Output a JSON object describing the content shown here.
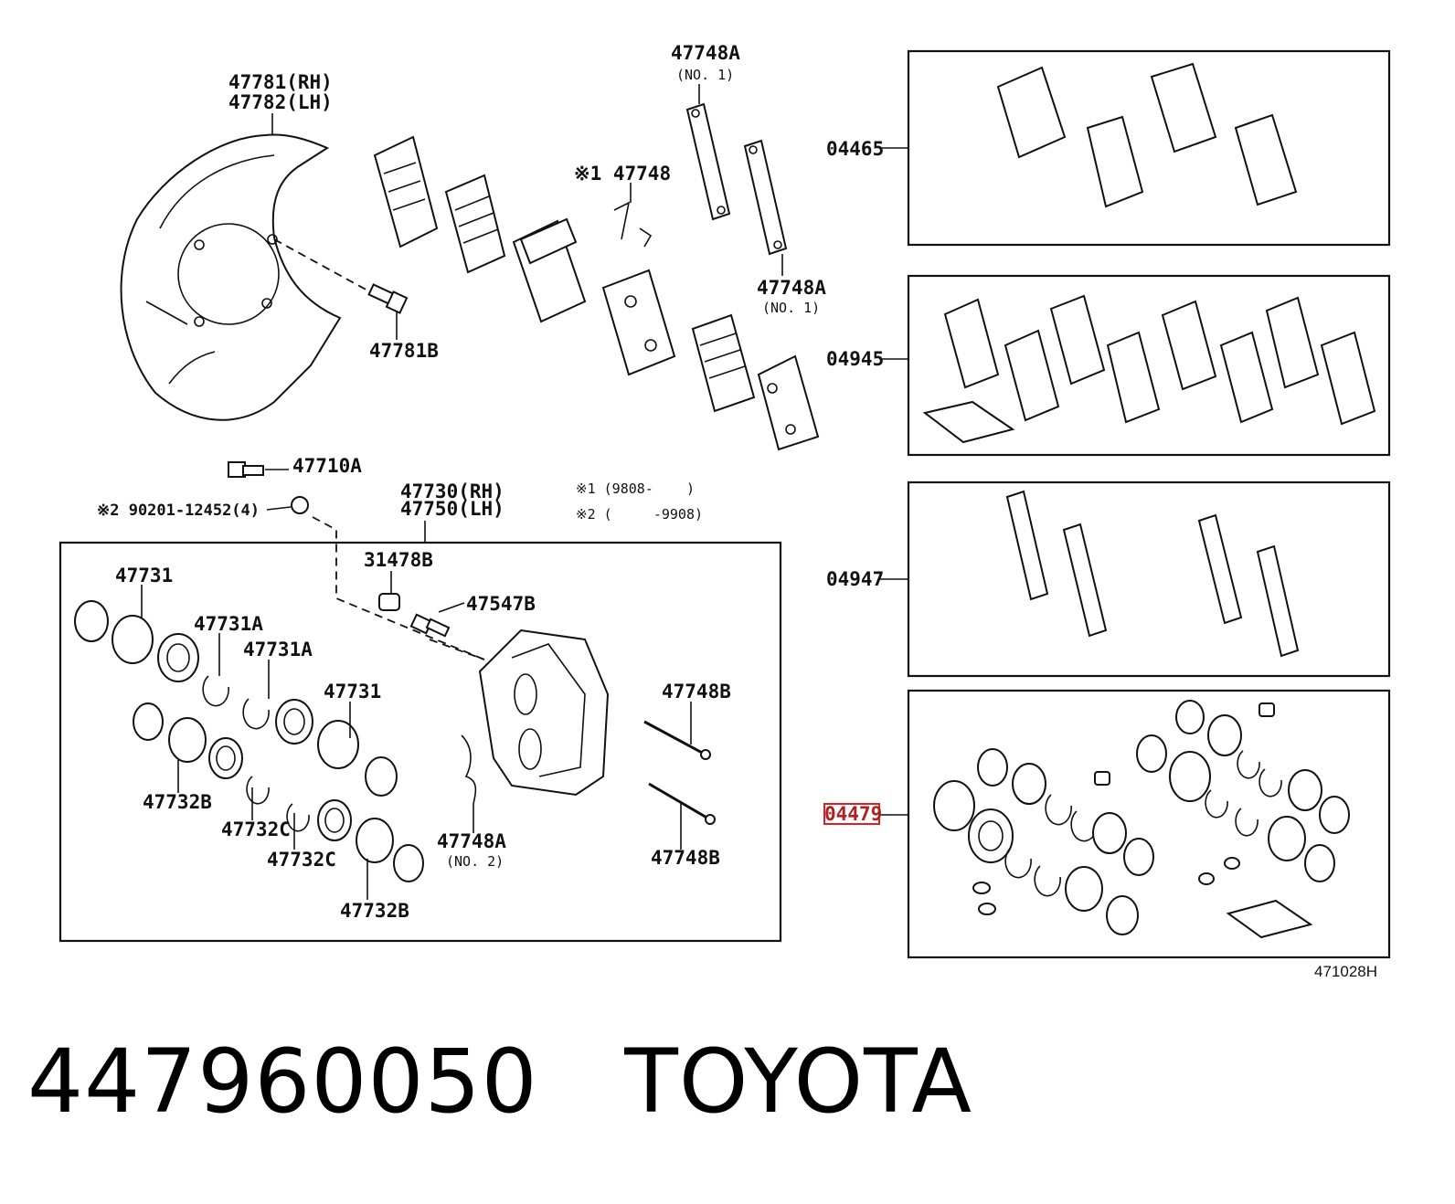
{
  "labels": {
    "shield_rh": "47781(RH)",
    "shield_lh": "47782(LH)",
    "bolt_47781b": "47781B",
    "clip_47748a_top": "47748A",
    "no1_top": "(NO. 1)",
    "spring_47748": "※1 47748",
    "clip_47748a_right": "47748A",
    "no1_right": "(NO. 1)",
    "bleeder_47710a": "47710A",
    "bolt_90201": "※2 90201-12452(4)",
    "caliper_rh": "47730(RH)",
    "caliper_lh": "47750(LH)",
    "note1": "※1 (9808-    )",
    "note2": "※2 (     -9908)",
    "kit_04465": "04465",
    "kit_04945": "04945",
    "kit_04947": "04947",
    "kit_04479": "04479",
    "inner_31478b": "31478B",
    "inner_47547b": "47547B",
    "inner_47731_a": "47731",
    "inner_47731a_1": "47731A",
    "inner_47731a_2": "47731A",
    "inner_47731_b": "47731",
    "inner_47748b_top": "47748B",
    "inner_47748b_bottom": "47748B",
    "inner_47732b_left": "47732B",
    "inner_47732c_1": "47732C",
    "inner_47732c_2": "47732C",
    "inner_47748a_no2": "47748A",
    "inner_no2": "(NO. 2)",
    "inner_47732b_bottom": "47732B"
  },
  "illustration_code": "471028H",
  "caption": {
    "part_number": "447960050",
    "brand": "TOYOTA"
  },
  "highlight_color": "#e02020"
}
